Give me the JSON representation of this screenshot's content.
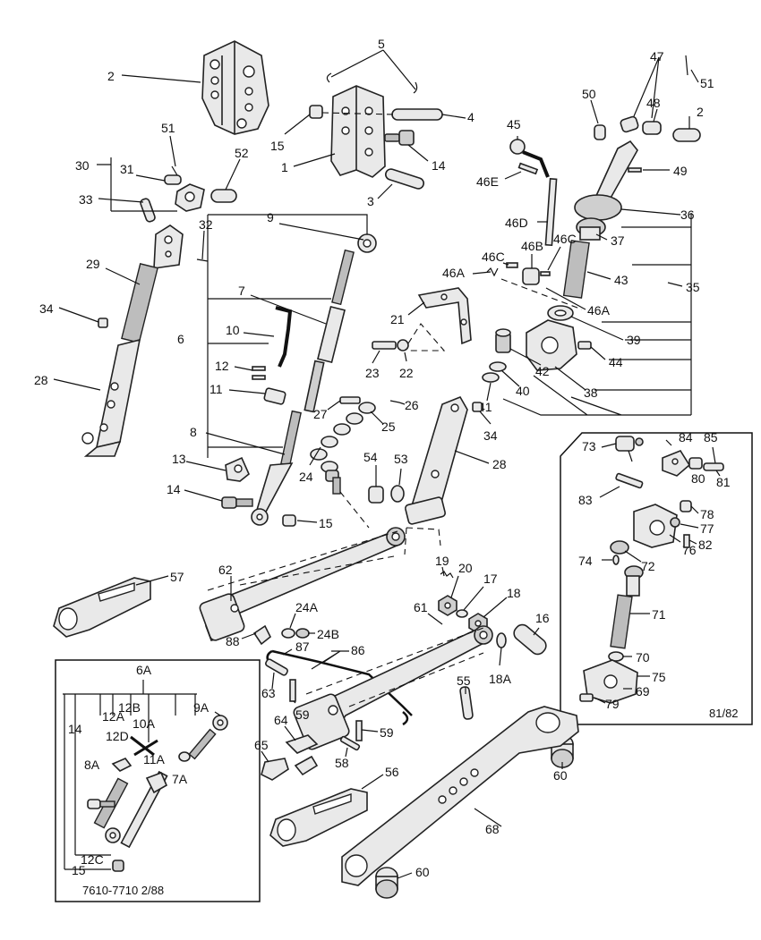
{
  "labels": {
    "l2a": "2",
    "l5": "5",
    "l4": "4",
    "l15a": "15",
    "l1": "1",
    "l14a": "14",
    "l3": "3",
    "l47": "47",
    "l51a": "51",
    "l50": "50",
    "l48": "48",
    "l2b": "2",
    "l45": "45",
    "l49": "49",
    "l46E": "46E",
    "l36": "36",
    "l46D": "46D",
    "l37": "37",
    "l46B": "46B",
    "l46C1": "46C",
    "l46C2": "46C",
    "l46A1": "46A",
    "l43": "43",
    "l35": "35",
    "l46A2": "46A",
    "l39": "39",
    "l44": "44",
    "l42": "42",
    "l38": "38",
    "l40": "40",
    "l41": "41",
    "l51b": "51",
    "l52": "52",
    "l30": "30",
    "l31": "31",
    "l33": "33",
    "l32": "32",
    "l29": "29",
    "l34a": "34",
    "l28a": "28",
    "l9": "9",
    "l7": "7",
    "l6": "6",
    "l10": "10",
    "l12": "12",
    "l11": "11",
    "l8": "8",
    "l13": "13",
    "l14b": "14",
    "l15b": "15",
    "l21": "21",
    "l23": "23",
    "l22": "22",
    "l27": "27",
    "l26": "26",
    "l25": "25",
    "l24": "24",
    "l34b": "34",
    "l54": "54",
    "l53": "53",
    "l28b": "28",
    "l73": "73",
    "l84": "84",
    "l85": "85",
    "l80": "80",
    "l81": "81",
    "l83": "83",
    "l78": "78",
    "l77": "77",
    "l76": "76",
    "l82": "82",
    "l74": "74",
    "l72": "72",
    "l71": "71",
    "l70": "70",
    "l75": "75",
    "l69": "69",
    "l79": "79",
    "l57": "57",
    "l62": "62",
    "l24A": "24A",
    "l24B": "24B",
    "l88": "88",
    "l87": "87",
    "l86": "86",
    "l19": "19",
    "l20": "20",
    "l17": "17",
    "l18": "18",
    "l18A": "18A",
    "l16": "16",
    "l61": "61",
    "l63": "63",
    "l59a": "59",
    "l59b": "59",
    "l55": "55",
    "l58": "58",
    "l64": "64",
    "l65": "65",
    "l60a": "60",
    "l60b": "60",
    "l56": "56",
    "l68": "68",
    "l6A": "6A",
    "l12A": "12A",
    "l12B": "12B",
    "l12D": "12D",
    "l10A": "10A",
    "l9A": "9A",
    "l14c": "14",
    "l8A": "8A",
    "l11A": "11A",
    "l7A": "7A",
    "l12C": "12C",
    "l15c": "15"
  },
  "captions": {
    "figure_ref": "7610-7710 2/88",
    "inset_year": "81/82"
  }
}
